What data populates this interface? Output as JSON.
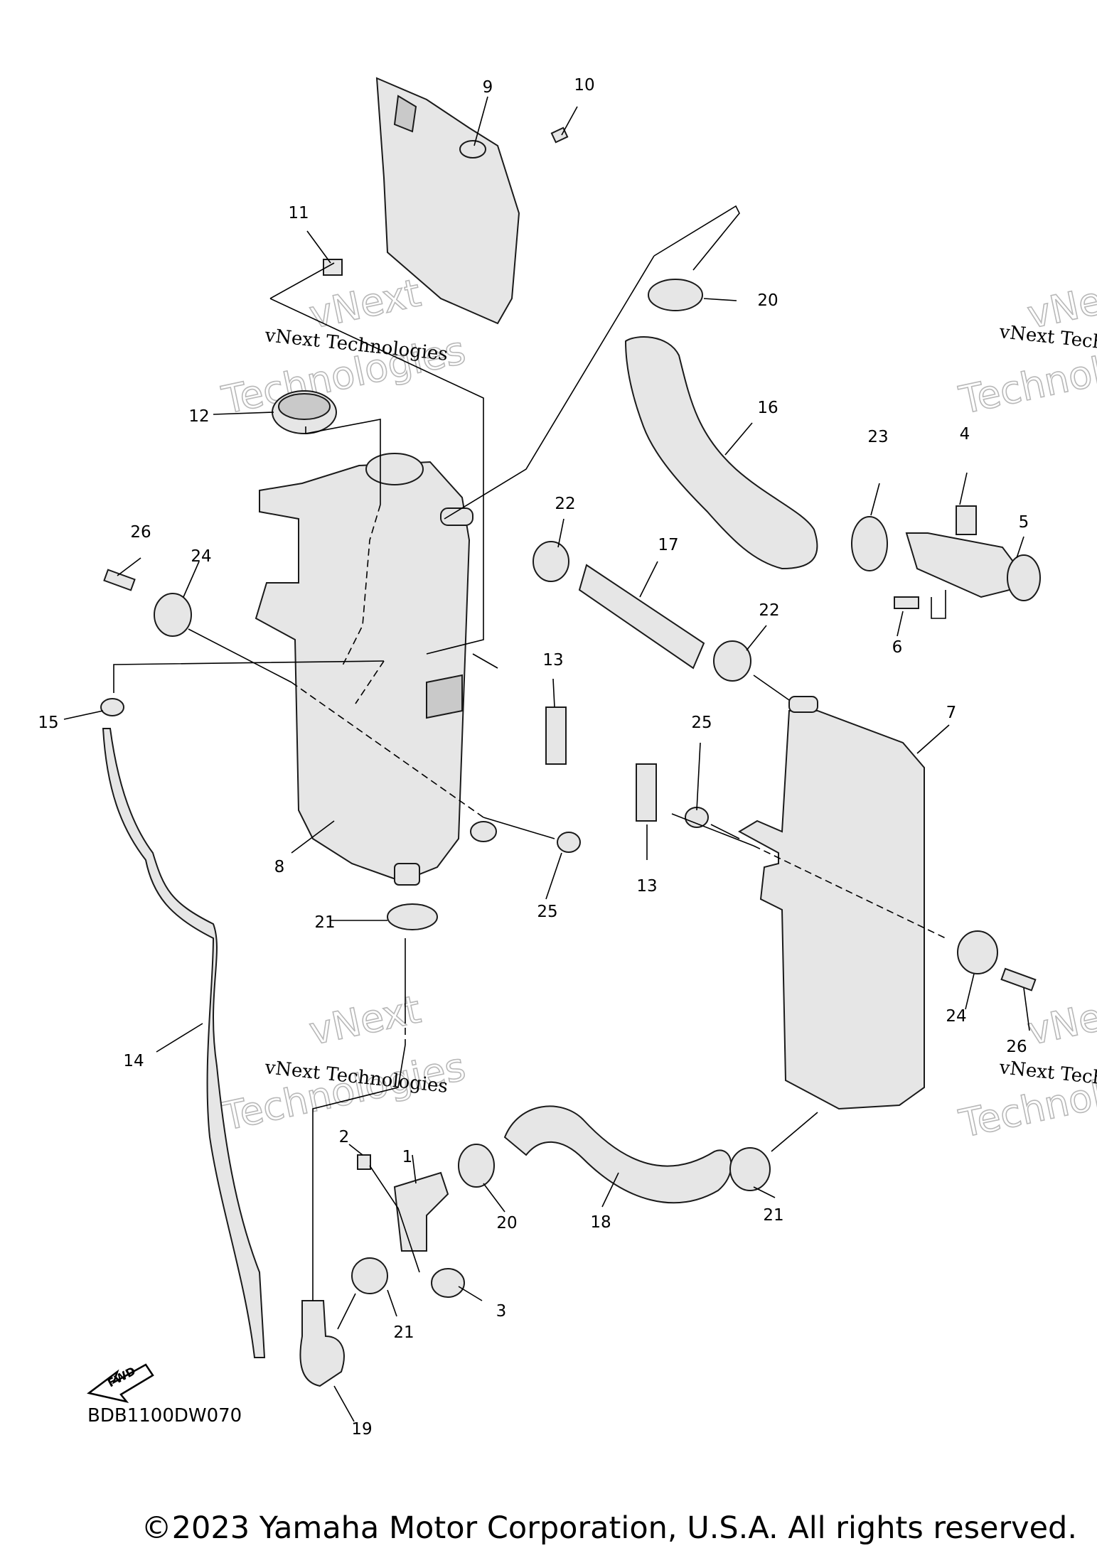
{
  "diagram_code": "BDB1100DW070",
  "copyright": "©2023 Yamaha Motor Corporation, U.S.A. All rights reserved.",
  "watermark": {
    "line": "vNext Technologies",
    "word1": "vNext",
    "word2": "Technologies"
  },
  "fwd_label": "FWD",
  "callouts": {
    "c1": "1",
    "c2": "2",
    "c3": "3",
    "c4": "4",
    "c5": "5",
    "c6": "6",
    "c7": "7",
    "c8": "8",
    "c9": "9",
    "c10": "10",
    "c11": "11",
    "c12": "12",
    "c13a": "13",
    "c13b": "13",
    "c14": "14",
    "c15": "15",
    "c16": "16",
    "c17": "17",
    "c18": "18",
    "c19": "19",
    "c20a": "20",
    "c20b": "20",
    "c21a": "21",
    "c21b": "21",
    "c21c": "21",
    "c22a": "22",
    "c22b": "22",
    "c23": "23",
    "c24a": "24",
    "c24b": "24",
    "c25a": "25",
    "c25b": "25",
    "c26a": "26",
    "c26b": "26"
  }
}
